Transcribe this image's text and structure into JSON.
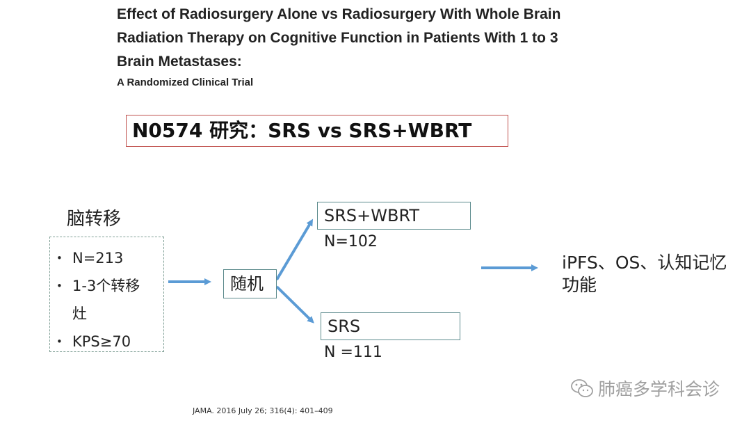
{
  "header": {
    "title_lines": [
      "Effect of Radiosurgery Alone vs Radiosurgery With Whole Brain",
      "Radiation Therapy on Cognitive Function in Patients With 1 to 3",
      "Brain Metastases:"
    ],
    "subtitle": "A Randomized Clinical Trial"
  },
  "study_label": "N0574 研究：SRS vs SRS+WBRT",
  "population": {
    "label": "脑转移",
    "items": [
      "N=213",
      "1-3个转移",
      "灶",
      "KPS≥70"
    ]
  },
  "randomize": {
    "label": "随机"
  },
  "arms": [
    {
      "label": "SRS+WBRT",
      "count": "N=102"
    },
    {
      "label": "SRS",
      "count": "N =111"
    }
  ],
  "outcome": {
    "line1": "iPFS、OS、认知记忆",
    "line2": "功能"
  },
  "citation": "JAMA. 2016 July 26; 316(4): 401–409",
  "watermark": {
    "icon": "wechat-icon",
    "text": "肺癌多学科会诊"
  },
  "colors": {
    "arrow": "#5b9bd5",
    "study_border": "#c0504d",
    "box_border": "#5b8a8c"
  }
}
